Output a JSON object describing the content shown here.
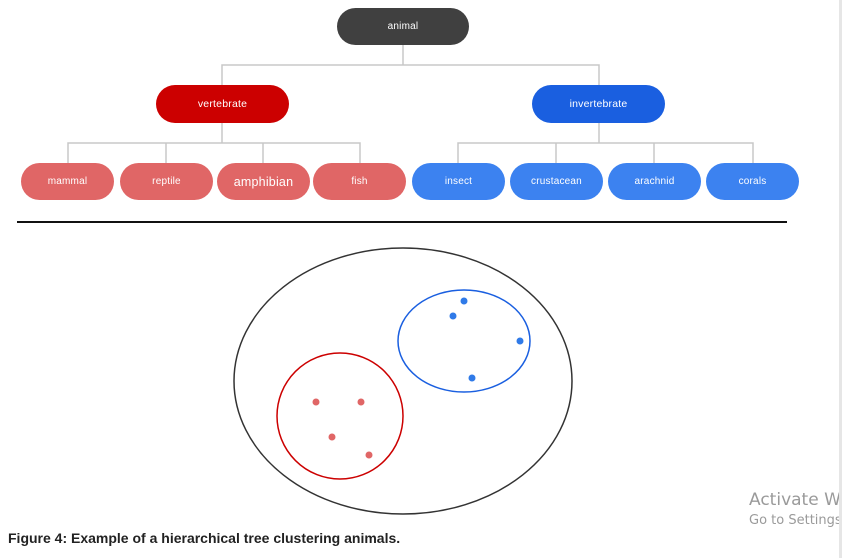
{
  "tree": {
    "root": {
      "label": "animal",
      "color": "#404040"
    },
    "branches": [
      {
        "label": "vertebrate",
        "color": "#cc0000",
        "leaf_color": "#e06666",
        "children": [
          "mammal",
          "reptile",
          "amphibian",
          "fish"
        ]
      },
      {
        "label": "invertebrate",
        "color": "#1a5fe0",
        "leaf_color": "#3c82f0",
        "children": [
          "insect",
          "crustacean",
          "arachnid",
          "corals"
        ]
      }
    ]
  },
  "cluster_diagram": {
    "outer_color": "#333333",
    "clusters": [
      {
        "color": "#cc0000",
        "point_color": "#e06666",
        "point_count": 4
      },
      {
        "color": "#1a5fe0",
        "point_color": "#2f7ae8",
        "point_count": 4
      }
    ]
  },
  "caption": "Figure 4: Example of a hierarchical tree clustering animals.",
  "watermark": {
    "title": "Activate W",
    "subtitle": "Go to Settings"
  }
}
